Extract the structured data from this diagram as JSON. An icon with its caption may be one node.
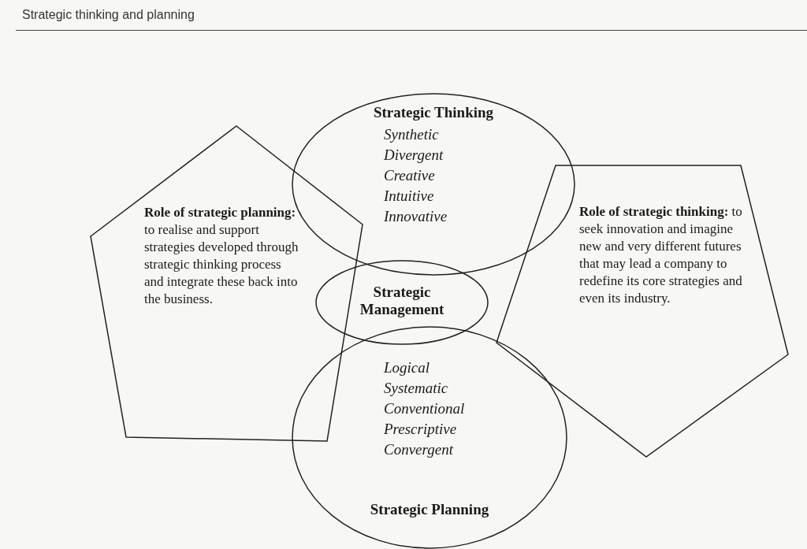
{
  "diagram": {
    "title": "Strategic thinking and planning",
    "nodes": [
      {
        "text": [
          "Strategic Thinking",
          "Synthetic",
          "Divergent",
          "Creative",
          "Intuitive",
          "Innovative"
        ]
      },
      {
        "text": [
          "Strategic Management"
        ]
      },
      {
        "text": [
          "Logical",
          "Systematic",
          "Conventional",
          "Prescriptive",
          "Convergent",
          "Strategic Planning"
        ]
      },
      {
        "text": [
          "**Role of strategic planning:** to realise and support strategies developed through strategic thinking process and integrate these back into the business."
        ]
      },
      {
        "text": [
          "**Role of strategic thinking:** to seek innovation and imagine new and very different futures that may lead a company to redefine its core strategies and even its industry."
        ]
      }
    ],
    "edges": []
  }
}
